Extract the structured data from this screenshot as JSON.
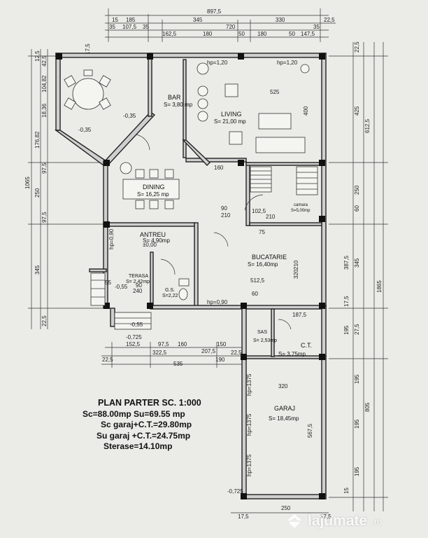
{
  "plan": {
    "rooms": [
      {
        "key": "dining",
        "label": "DINING",
        "area": "S= 16,25 mp"
      },
      {
        "key": "bar",
        "label": "BAR",
        "area": "S= 3,80 mp"
      },
      {
        "key": "living",
        "label": "LIVING",
        "area": "S= 21,00 mp"
      },
      {
        "key": "antreu",
        "label": "ANTREU",
        "area": "S= 4,90mp"
      },
      {
        "key": "bucatarie",
        "label": "BUCATARIE",
        "area": "S= 16,40mp"
      },
      {
        "key": "terasa",
        "label": "TERASA",
        "area": "S= 2,42mp"
      },
      {
        "key": "gs",
        "label": "G.S.",
        "area": "S=2,22"
      },
      {
        "key": "sas",
        "label": "SAS",
        "area": "S= 2,53mp"
      },
      {
        "key": "ct",
        "label": "C.T.",
        "area": "S= 3,75mp"
      },
      {
        "key": "garaj",
        "label": "GARAJ",
        "area": "S= 18,45mp"
      },
      {
        "key": "camara",
        "label": "camara",
        "area": "S=5,00mp"
      }
    ],
    "top_dimensions": {
      "row1": [
        "897,5"
      ],
      "row2": [
        "15",
        "185",
        "345",
        "330",
        "22,5"
      ],
      "row3": [
        "35",
        "107,5",
        "35",
        "720",
        "35"
      ],
      "row4": [
        "162,5",
        "180",
        "50",
        "180",
        "50",
        "147,5"
      ]
    },
    "left_dimensions": [
      "1065",
      "17,5",
      "12,5",
      "42,5",
      "104,82",
      "18,36",
      "176,82",
      "97,5",
      "250",
      "97,5",
      "345",
      "22,5"
    ],
    "right_dimensions": [
      "22,5",
      "425",
      "612,5",
      "250",
      "60",
      "1865",
      "387,5",
      "345",
      "17,5",
      "195",
      "27,5",
      "195",
      "805",
      "195",
      "195",
      "15"
    ],
    "bottom_dimensions": {
      "row1": [
        "152,5",
        "97,5",
        "160",
        "207,5",
        "150"
      ],
      "row2": [
        "22,5",
        "322,5",
        "190",
        "22,5"
      ],
      "row3": [
        "535"
      ],
      "row4": [
        "250",
        "17,5",
        "17,5"
      ]
    },
    "interior_labels": [
      "525",
      "400",
      "160",
      "210",
      "210",
      "75",
      "90",
      "102,5",
      "512,5",
      "210",
      "320",
      "187,5",
      "320",
      "567,5",
      "hp=1,20",
      "hp=1,20",
      "hp=0,90",
      "hp=0,90",
      "hp=1375",
      "hp=1375",
      "hp=1375",
      "±0,00",
      "-0,55",
      "-0,725",
      "-0,725",
      "-0,35",
      "-0,35",
      "-0,55",
      "240",
      "60",
      "55",
      "90"
    ]
  },
  "summary": {
    "title": "PLAN PARTER  SC. 1:000",
    "sc": "Sc=88.00mp Su=69.55 mp",
    "sc_garaj": "Sc garaj+C.T.=29.80mp",
    "su_garaj": "Su garaj +C.T.=24.75mp",
    "sterase": "Sterase=14.10mp"
  },
  "watermark": {
    "brand": "lajumate",
    "tld": ".ro"
  }
}
